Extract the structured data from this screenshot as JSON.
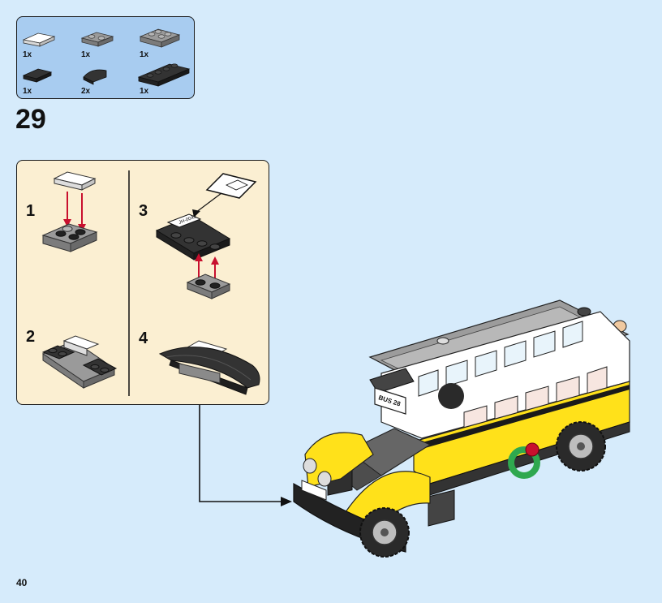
{
  "parts": [
    {
      "qty": "1x",
      "icon": "white-tile-1x2-icon"
    },
    {
      "qty": "1x",
      "icon": "gray-plate-1x2-icon"
    },
    {
      "qty": "1x",
      "icon": "gray-plate-2x2-icon"
    },
    {
      "qty": "1x",
      "icon": "black-tile-1x2-icon"
    },
    {
      "qty": "2x",
      "icon": "black-curved-slope-icon"
    },
    {
      "qty": "1x",
      "icon": "black-plate-1x4-icon"
    }
  ],
  "step_number": "29",
  "substeps": [
    "1",
    "2",
    "3",
    "4"
  ],
  "sticker_text": "JH-0045",
  "bus_sign_text": "BUS 28",
  "page_number": "40",
  "colors": {
    "page_bg": "#d6ebfb",
    "parts_bg": "#a8ccf0",
    "substep_bg": "#fbefd2",
    "arrow_red": "#c8102e",
    "bus_yellow": "#ffe11a"
  }
}
